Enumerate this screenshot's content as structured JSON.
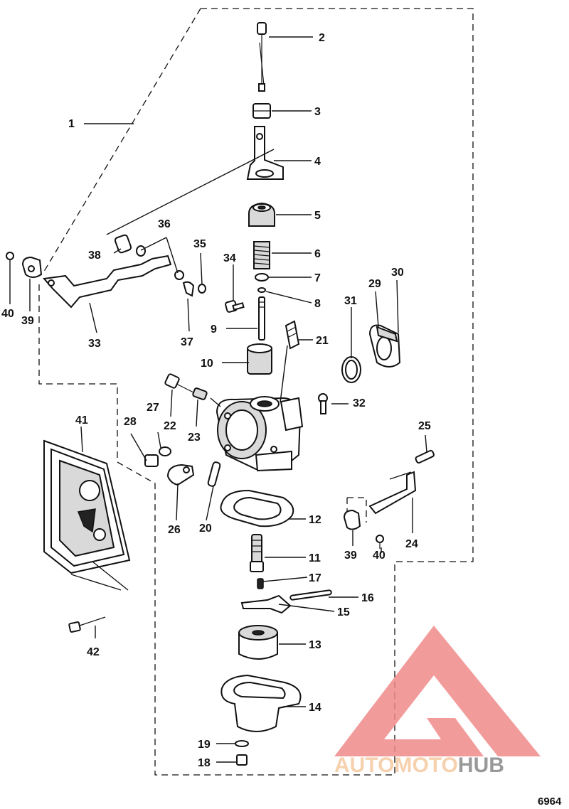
{
  "callouts": [
    {
      "id": "c1",
      "label": "1"
    },
    {
      "id": "c2",
      "label": "2"
    },
    {
      "id": "c3",
      "label": "3"
    },
    {
      "id": "c4",
      "label": "4"
    },
    {
      "id": "c5",
      "label": "5"
    },
    {
      "id": "c6",
      "label": "6"
    },
    {
      "id": "c7",
      "label": "7"
    },
    {
      "id": "c8",
      "label": "8"
    },
    {
      "id": "c9",
      "label": "9"
    },
    {
      "id": "c10",
      "label": "10"
    },
    {
      "id": "c11",
      "label": "11"
    },
    {
      "id": "c12",
      "label": "12"
    },
    {
      "id": "c13",
      "label": "13"
    },
    {
      "id": "c14",
      "label": "14"
    },
    {
      "id": "c15",
      "label": "15"
    },
    {
      "id": "c16",
      "label": "16"
    },
    {
      "id": "c17",
      "label": "17"
    },
    {
      "id": "c18",
      "label": "18"
    },
    {
      "id": "c19",
      "label": "19"
    },
    {
      "id": "c20",
      "label": "20"
    },
    {
      "id": "c21",
      "label": "21"
    },
    {
      "id": "c22",
      "label": "22"
    },
    {
      "id": "c23",
      "label": "23"
    },
    {
      "id": "c24",
      "label": "24"
    },
    {
      "id": "c25",
      "label": "25"
    },
    {
      "id": "c26",
      "label": "26"
    },
    {
      "id": "c27",
      "label": "27"
    },
    {
      "id": "c28",
      "label": "28"
    },
    {
      "id": "c29",
      "label": "29"
    },
    {
      "id": "c30",
      "label": "30"
    },
    {
      "id": "c31",
      "label": "31"
    },
    {
      "id": "c32",
      "label": "32"
    },
    {
      "id": "c33",
      "label": "33"
    },
    {
      "id": "c34",
      "label": "34"
    },
    {
      "id": "c35",
      "label": "35"
    },
    {
      "id": "c36",
      "label": "36"
    },
    {
      "id": "c37",
      "label": "37"
    },
    {
      "id": "c38",
      "label": "38"
    },
    {
      "id": "c39a",
      "label": "39"
    },
    {
      "id": "c40a",
      "label": "40"
    },
    {
      "id": "c39b",
      "label": "39"
    },
    {
      "id": "c40b",
      "label": "40"
    },
    {
      "id": "c41",
      "label": "41"
    },
    {
      "id": "c42",
      "label": "42"
    }
  ],
  "figure_number": "6964",
  "watermark": {
    "part1": "AUTOMOTO",
    "part2": "HUB",
    "color_light": "#f5c9a0",
    "color_dark": "#888888",
    "triangle_color": "#f08a8a"
  }
}
